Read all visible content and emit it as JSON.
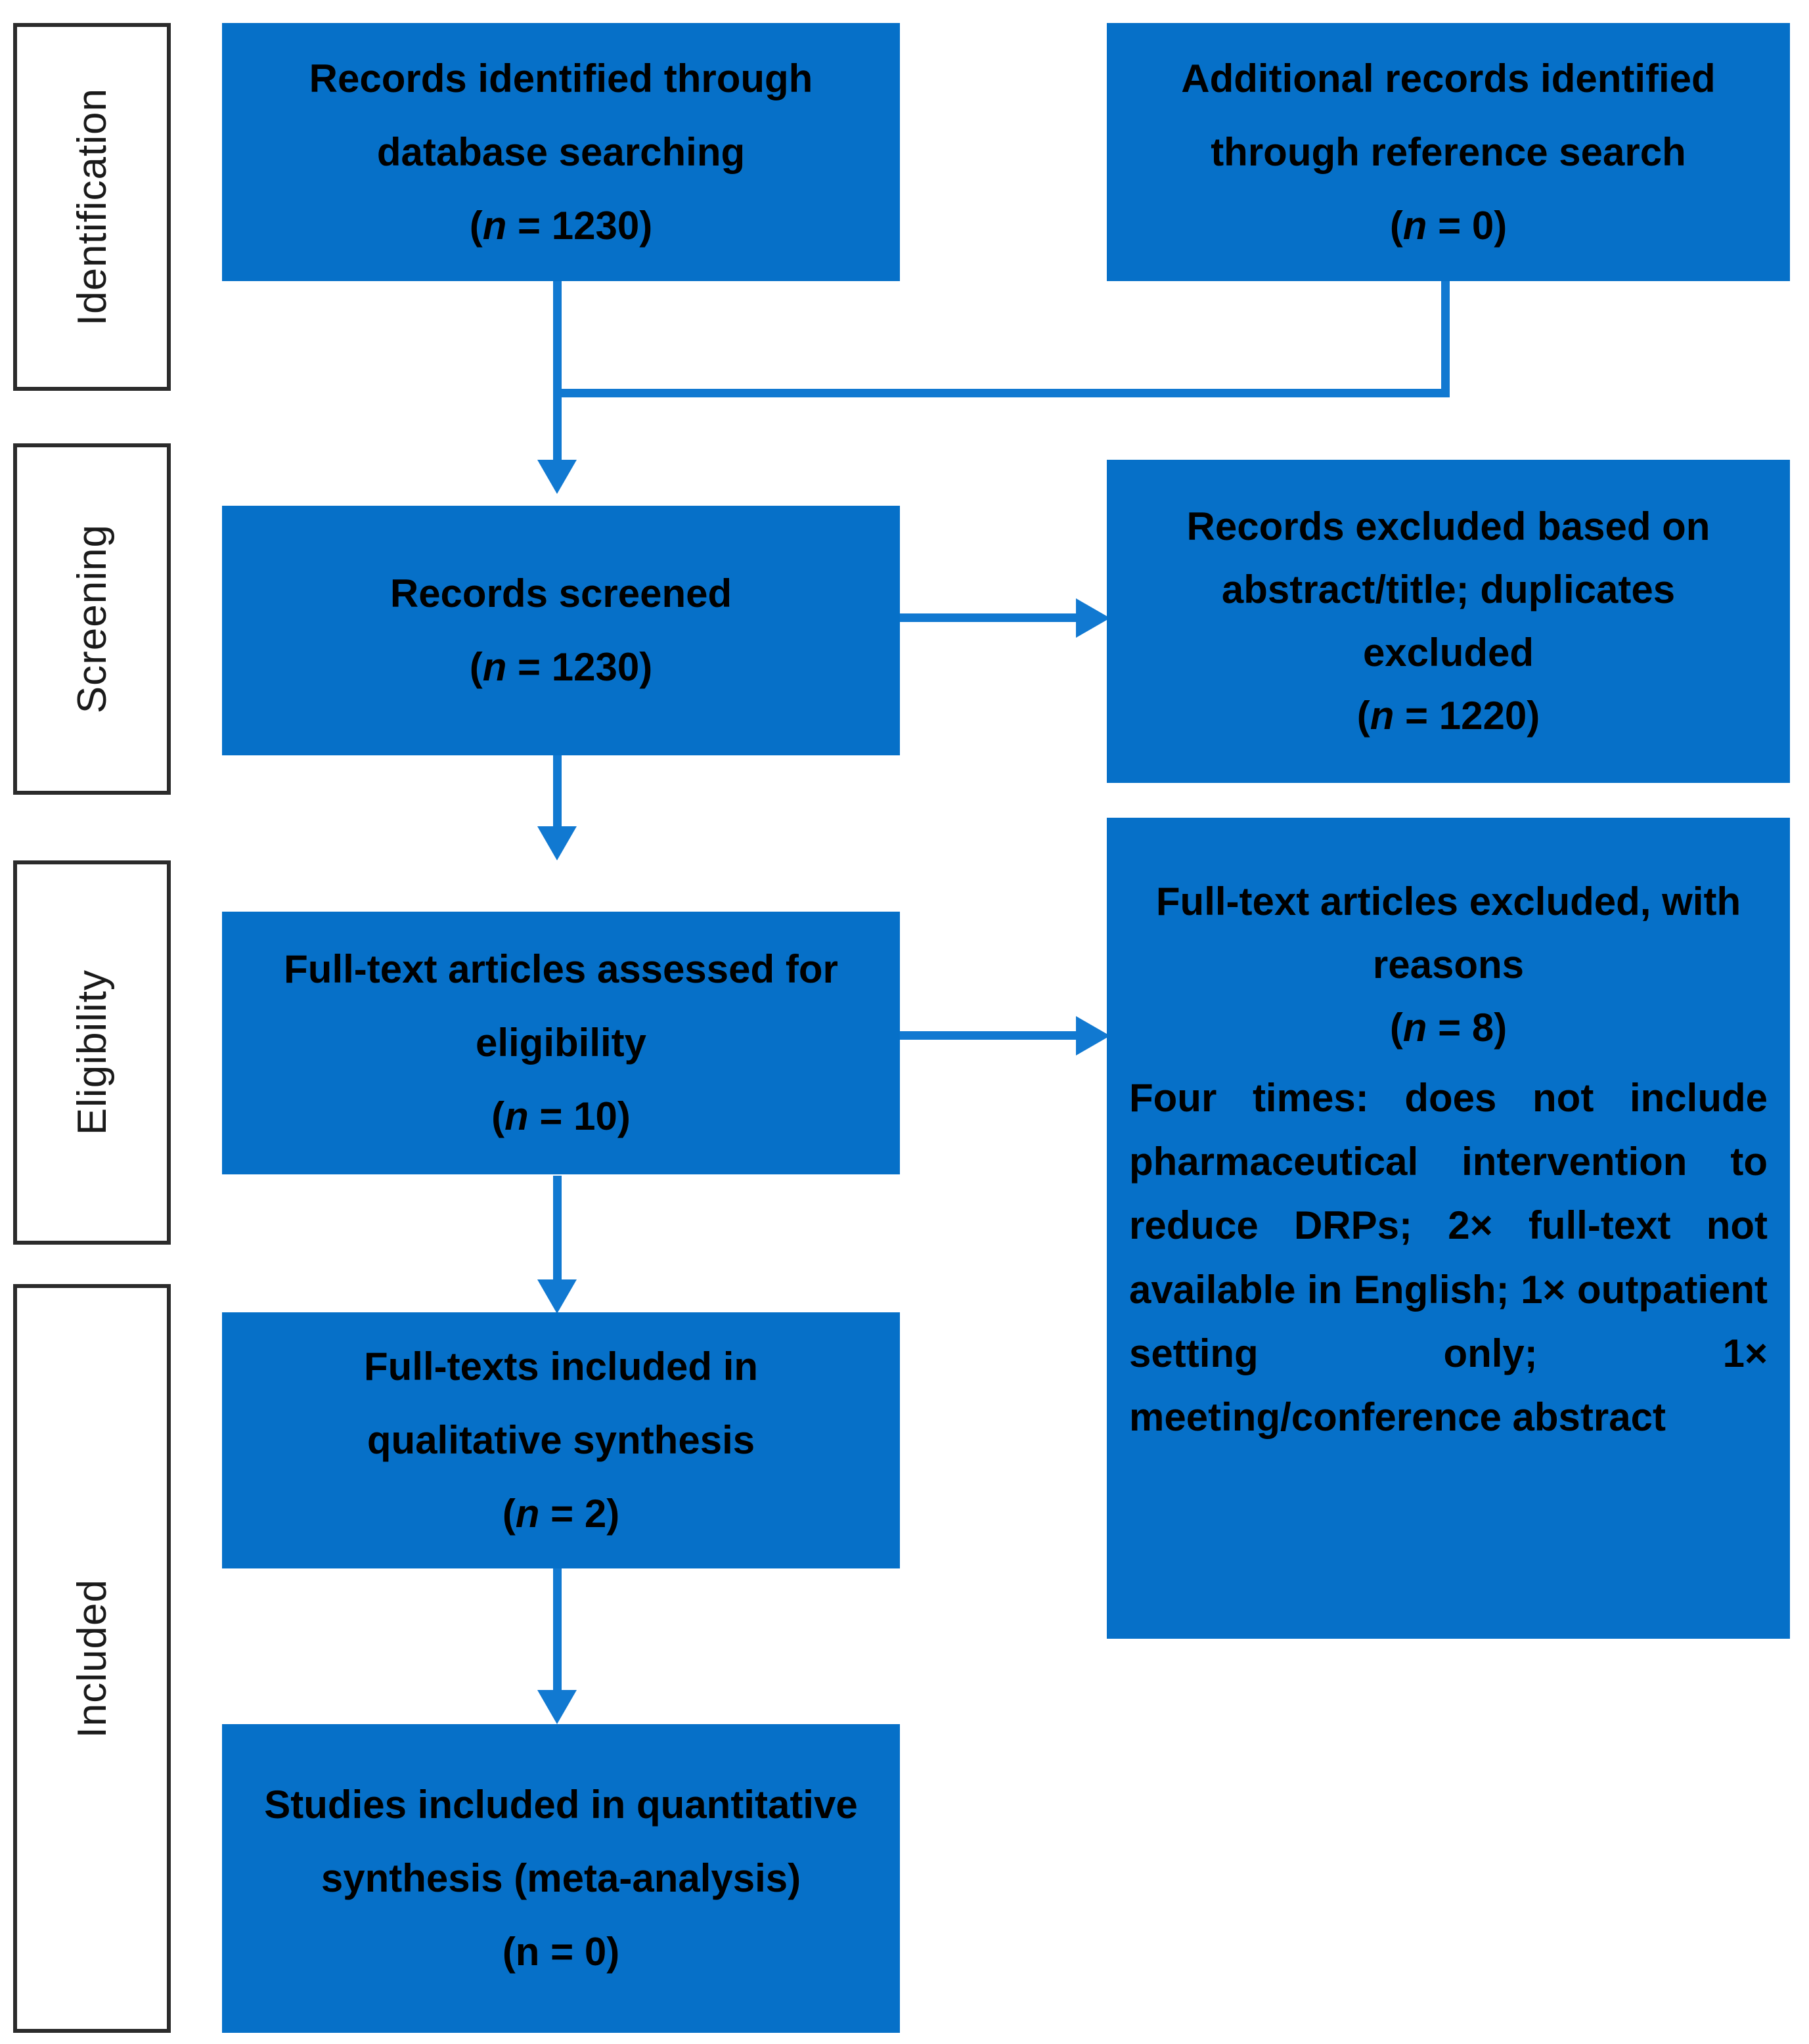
{
  "diagram": {
    "type": "prisma-flow-diagram",
    "accent_color": "#0670c8",
    "connector_color": "#1179d1",
    "stage_border_color": "#2b2b2b"
  },
  "stages": [
    {
      "id": "identification",
      "label": "Identification"
    },
    {
      "id": "screening",
      "label": "Screening"
    },
    {
      "id": "eligibility",
      "label": "Eligibility"
    },
    {
      "id": "included",
      "label": "Included"
    }
  ],
  "boxes": {
    "records_identified": {
      "line1": "Records identified through",
      "line2": "database  searching",
      "count_prefix": "(",
      "count_n": "n",
      "count_value": " = 1230)"
    },
    "additional_records": {
      "line1": "Additional records identified",
      "line2": "through reference search",
      "count_prefix": "(",
      "count_n": "n",
      "count_value": " = 0)"
    },
    "records_screened": {
      "line1": "Records screened",
      "count_prefix": "(",
      "count_n": "n",
      "count_value": " = 1230)"
    },
    "records_excluded": {
      "line1": "Records excluded based on",
      "line2": "abstract/title; duplicates",
      "line3": "excluded",
      "count_prefix": "(",
      "count_n": "n",
      "count_value": " = 1220)"
    },
    "fulltext_assessed": {
      "line1": "Full-text articles assessed  for",
      "line2": "eligibility",
      "count_prefix": "(",
      "count_n": "n",
      "count_value": " = 10)"
    },
    "fulltext_excluded": {
      "line1": "Full-text articles excluded, with",
      "line2": "reasons",
      "count_prefix": "(",
      "count_n": "n",
      "count_value": " = 8)",
      "reasons": "Four times: does not include pharmaceutical intervention to reduce DRPs; 2× full-text not available in English; 1× outpatient setting only; 1× meeting/conference abstract"
    },
    "qualitative_synthesis": {
      "line1": "Full-texts included  in",
      "line2": "qualitative  synthesis",
      "count_prefix": "(",
      "count_n": "n",
      "count_value": " = 2)"
    },
    "quantitative_synthesis": {
      "line1": "Studies included in quantitative",
      "line2": "synthesis (meta-analysis)",
      "count_plain": "(n = 0)"
    }
  },
  "chart_data": {
    "type": "diagram",
    "title": "PRISMA flow diagram",
    "nodes": [
      {
        "stage": "Identification",
        "label": "Records identified through database searching",
        "n": 1230
      },
      {
        "stage": "Identification",
        "label": "Additional records identified through reference search",
        "n": 0
      },
      {
        "stage": "Screening",
        "label": "Records screened",
        "n": 1230
      },
      {
        "stage": "Screening",
        "label": "Records excluded based on abstract/title; duplicates excluded",
        "n": 1220
      },
      {
        "stage": "Eligibility",
        "label": "Full-text articles assessed for eligibility",
        "n": 10
      },
      {
        "stage": "Eligibility",
        "label": "Full-text articles excluded, with reasons",
        "n": 8
      },
      {
        "stage": "Included",
        "label": "Full-texts included in qualitative synthesis",
        "n": 2
      },
      {
        "stage": "Included",
        "label": "Studies included in quantitative synthesis (meta-analysis)",
        "n": 0
      }
    ],
    "exclusion_reasons": [
      {
        "reason": "does not include pharmaceutical intervention to reduce DRPs",
        "count": 4
      },
      {
        "reason": "full-text not available in English",
        "count": 2
      },
      {
        "reason": "outpatient setting only",
        "count": 1
      },
      {
        "reason": "meeting/conference abstract",
        "count": 1
      }
    ]
  }
}
